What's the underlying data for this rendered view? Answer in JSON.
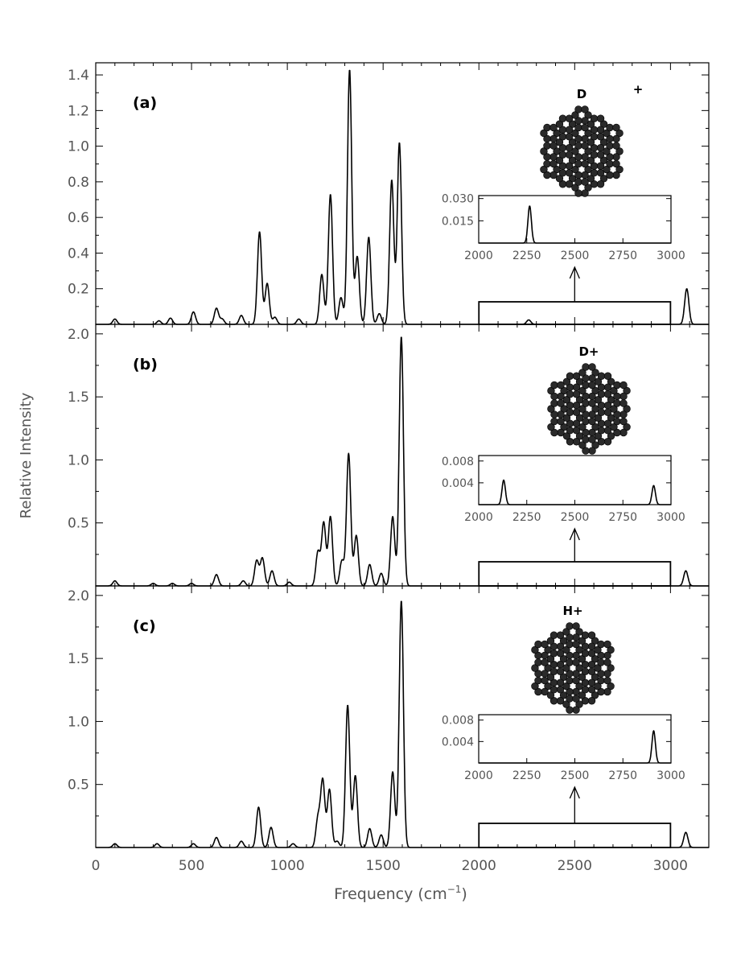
{
  "chart_data": {
    "type": "line",
    "xlabel": "Frequency (cm",
    "xlabel_sup": "−1",
    "xlabel_close": ")",
    "ylabel": "Relative Intensity",
    "xlim": [
      0,
      3200
    ],
    "xticks": [
      "0",
      "500",
      "1000",
      "1500",
      "2000",
      "2500",
      "3000"
    ],
    "grid": false,
    "panels": [
      {
        "label": "(a)",
        "molecule": "D",
        "molecule_charge": "+",
        "ylim": [
          0,
          1.45
        ],
        "yticks": [
          "0.2",
          "0.4",
          "0.6",
          "0.8",
          "1.0",
          "1.2",
          "1.4"
        ],
        "peaks": [
          [
            100,
            0.03
          ],
          [
            330,
            0.02
          ],
          [
            390,
            0.035
          ],
          [
            510,
            0.07
          ],
          [
            630,
            0.09
          ],
          [
            660,
            0.03
          ],
          [
            760,
            0.05
          ],
          [
            855,
            0.52
          ],
          [
            895,
            0.23
          ],
          [
            935,
            0.04
          ],
          [
            1060,
            0.03
          ],
          [
            1180,
            0.28
          ],
          [
            1225,
            0.73
          ],
          [
            1280,
            0.15
          ],
          [
            1325,
            1.43
          ],
          [
            1365,
            0.38
          ],
          [
            1425,
            0.49
          ],
          [
            1480,
            0.06
          ],
          [
            1545,
            0.81
          ],
          [
            1585,
            1.02
          ],
          [
            2260,
            0.025
          ],
          [
            3085,
            0.2
          ]
        ],
        "inset": {
          "yticks": [
            "0.015",
            "0.030"
          ],
          "xticks": [
            "2000",
            "2250",
            "2500",
            "2750",
            "3000"
          ],
          "xlim": [
            2000,
            3000
          ],
          "ylim": [
            0,
            0.032
          ],
          "peaks": [
            [
              2265,
              0.025
            ]
          ]
        }
      },
      {
        "label": "(b)",
        "molecule": "D+",
        "molecule_charge": "",
        "ylim": [
          0,
          2.05
        ],
        "yticks": [
          "0.5",
          "1.0",
          "1.5",
          "2.0"
        ],
        "peaks": [
          [
            100,
            0.04
          ],
          [
            300,
            0.02
          ],
          [
            400,
            0.02
          ],
          [
            500,
            0.02
          ],
          [
            630,
            0.09
          ],
          [
            770,
            0.04
          ],
          [
            840,
            0.2
          ],
          [
            870,
            0.22
          ],
          [
            920,
            0.12
          ],
          [
            1010,
            0.03
          ],
          [
            1160,
            0.27
          ],
          [
            1190,
            0.5
          ],
          [
            1225,
            0.55
          ],
          [
            1285,
            0.2
          ],
          [
            1320,
            1.05
          ],
          [
            1360,
            0.4
          ],
          [
            1430,
            0.17
          ],
          [
            1490,
            0.1
          ],
          [
            1550,
            0.55
          ],
          [
            1595,
            1.98
          ],
          [
            3080,
            0.12
          ]
        ],
        "inset": {
          "yticks": [
            "0.004",
            "0.008"
          ],
          "xticks": [
            "2000",
            "2250",
            "2500",
            "2750",
            "3000"
          ],
          "xlim": [
            2000,
            3000
          ],
          "ylim": [
            0,
            0.009
          ],
          "peaks": [
            [
              2130,
              0.0045
            ],
            [
              2910,
              0.0035
            ]
          ]
        }
      },
      {
        "label": "(c)",
        "molecule": "H+",
        "molecule_charge": "",
        "ylim": [
          0,
          2.05
        ],
        "yticks": [
          "0.5",
          "1.0",
          "1.5",
          "2.0"
        ],
        "peaks": [
          [
            100,
            0.03
          ],
          [
            320,
            0.03
          ],
          [
            510,
            0.03
          ],
          [
            630,
            0.08
          ],
          [
            760,
            0.05
          ],
          [
            850,
            0.32
          ],
          [
            915,
            0.16
          ],
          [
            1030,
            0.03
          ],
          [
            1160,
            0.23
          ],
          [
            1185,
            0.53
          ],
          [
            1220,
            0.46
          ],
          [
            1260,
            0.05
          ],
          [
            1315,
            1.13
          ],
          [
            1355,
            0.57
          ],
          [
            1430,
            0.15
          ],
          [
            1490,
            0.1
          ],
          [
            1550,
            0.6
          ],
          [
            1595,
            1.96
          ],
          [
            3080,
            0.12
          ]
        ],
        "inset": {
          "yticks": [
            "0.004",
            "0.008"
          ],
          "xticks": [
            "2000",
            "2250",
            "2500",
            "2750",
            "3000"
          ],
          "xlim": [
            2000,
            3000
          ],
          "ylim": [
            0,
            0.009
          ],
          "peaks": [
            [
              2910,
              0.006
            ]
          ]
        }
      }
    ]
  }
}
